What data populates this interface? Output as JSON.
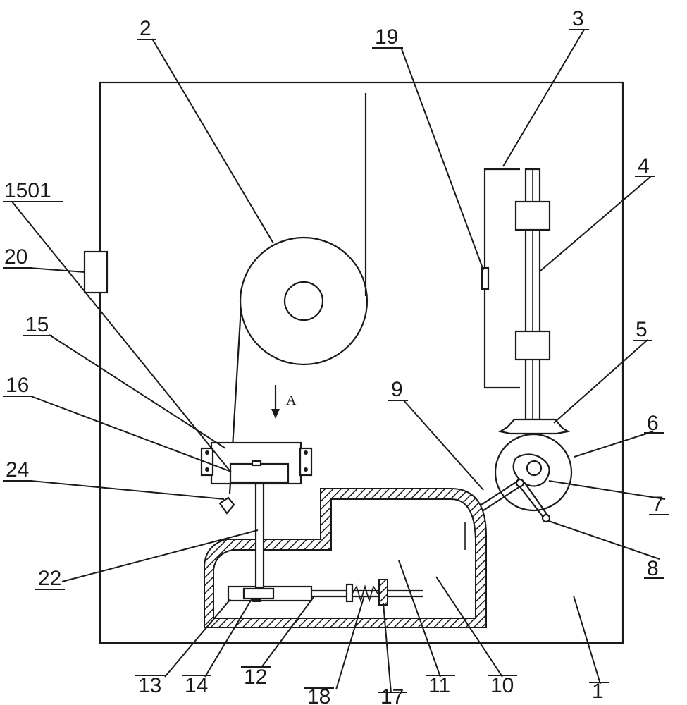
{
  "labels": {
    "l1": "1",
    "l2": "2",
    "l3": "3",
    "l4": "4",
    "l5": "5",
    "l6": "6",
    "l7": "7",
    "l8": "8",
    "l9": "9",
    "l10": "10",
    "l11": "11",
    "l12": "12",
    "l13": "13",
    "l14": "14",
    "l15": "15",
    "l16": "16",
    "l17": "17",
    "l18": "18",
    "l19": "19",
    "l20": "20",
    "l22": "22",
    "l24": "24",
    "l1501": "1501"
  },
  "direction_arrow": "A"
}
